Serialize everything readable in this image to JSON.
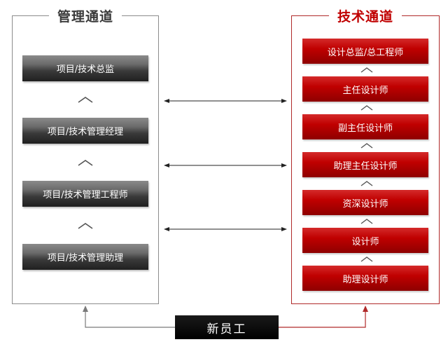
{
  "management": {
    "title": "管理通道",
    "levels": [
      "项目/技术总监",
      "项目/技术管理经理",
      "项目/技术管理工程师",
      "项目/技术管理助理"
    ]
  },
  "technical": {
    "title": "技术通道",
    "levels": [
      "设计总监/总工程师",
      "主任设计师",
      "副主任设计师",
      "助理主任设计师",
      "资深设计师",
      "设计师",
      "助理设计师"
    ]
  },
  "entry": {
    "label": "新员工"
  },
  "icons": {
    "promotion": "chevron-up-icon",
    "transfer": "double-arrow-icon",
    "entry_path": "arrow-up-icon"
  },
  "colors": {
    "management_box": "#3a3a3a",
    "technical_box": "#c00000",
    "technical_border": "#b02a2a",
    "management_border": "#8c8c8c",
    "entry_box": "#000000"
  }
}
